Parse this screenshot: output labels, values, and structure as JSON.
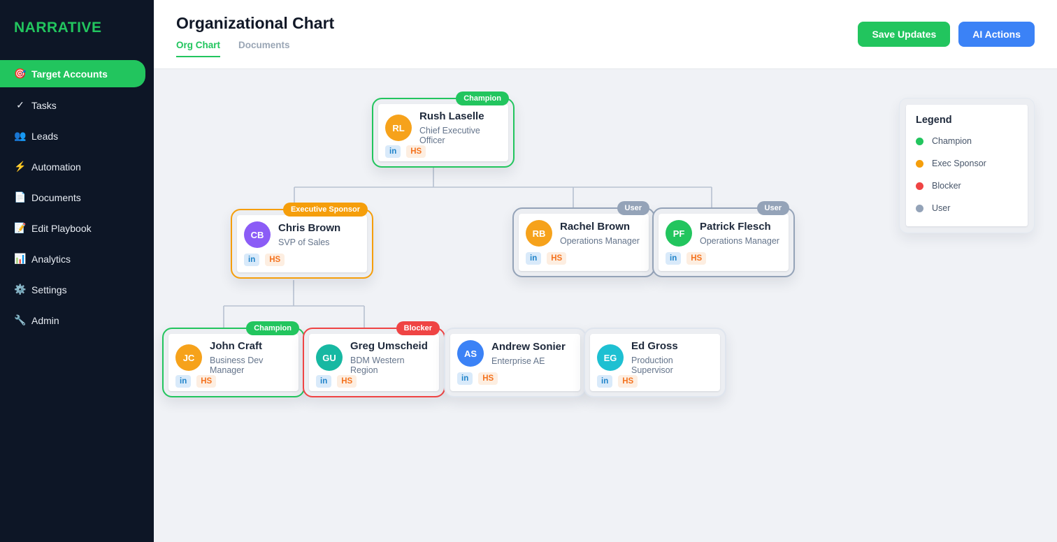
{
  "sidebar": {
    "logo": "NARRATIVE",
    "items": [
      {
        "icon": "🎯",
        "label": "Target Accounts"
      },
      {
        "icon": "✓",
        "label": "Tasks"
      },
      {
        "icon": "👥",
        "label": "Leads"
      },
      {
        "icon": "⚡",
        "label": "Automation"
      },
      {
        "icon": "📄",
        "label": "Documents"
      },
      {
        "icon": "📝",
        "label": "Edit Playbook"
      },
      {
        "icon": "📊",
        "label": "Analytics"
      },
      {
        "icon": "⚙️",
        "label": "Settings"
      },
      {
        "icon": "🔧",
        "label": "Admin"
      }
    ]
  },
  "header": {
    "title": "Organizational Chart",
    "tabs": [
      {
        "label": "Org Chart"
      },
      {
        "label": "Documents"
      }
    ],
    "save_button": "Save Updates",
    "ai_button": "AI Actions"
  },
  "source_badges": {
    "linkedin": "in",
    "hubspot": "HS"
  },
  "org": {
    "cards": [
      {
        "initials": "RL",
        "name": "Rush Laselle",
        "title": "Chief Executive Officer",
        "role": "Champion",
        "role_color": "#22c55e",
        "border_color": "#22c55e",
        "avatar_color": "#f6a21b"
      },
      {
        "initials": "CB",
        "name": "Chris Brown",
        "title": "SVP of Sales",
        "role": "Executive Sponsor",
        "role_color": "#f59e0b",
        "border_color": "#f59e0b",
        "avatar_color": "#8b5cf6"
      },
      {
        "initials": "RB",
        "name": "Rachel Brown",
        "title": "Operations Manager",
        "role": "User",
        "role_color": "#94a3b8",
        "border_color": "#94a3b8",
        "avatar_color": "#f6a21b"
      },
      {
        "initials": "PF",
        "name": "Patrick Flesch",
        "title": "Operations Manager",
        "role": "User",
        "role_color": "#94a3b8",
        "border_color": "#94a3b8",
        "avatar_color": "#22c55e"
      },
      {
        "initials": "JC",
        "name": "John Craft",
        "title": "Business Dev Manager",
        "role": "Champion",
        "role_color": "#22c55e",
        "border_color": "#22c55e",
        "avatar_color": "#f6a21b"
      },
      {
        "initials": "GU",
        "name": "Greg Umscheid",
        "title": "BDM Western Region",
        "role": "Blocker",
        "role_color": "#ef4444",
        "border_color": "#ef4444",
        "avatar_color": "#17b8a2"
      },
      {
        "initials": "AS",
        "name": "Andrew Sonier",
        "title": "Enterprise AE",
        "border_color": "#dfe5ee",
        "avatar_color": "#3b82f6"
      },
      {
        "initials": "EG",
        "name": "Ed Gross",
        "title": "Production Supervisor",
        "border_color": "#dfe5ee",
        "avatar_color": "#1ec0d2"
      }
    ]
  },
  "legend": {
    "title": "Legend",
    "items": [
      {
        "label": "Champion",
        "color": "#22c55e"
      },
      {
        "label": "Exec Sponsor",
        "color": "#f59e0b"
      },
      {
        "label": "Blocker",
        "color": "#ef4444"
      },
      {
        "label": "User",
        "color": "#94a3b8"
      }
    ]
  }
}
